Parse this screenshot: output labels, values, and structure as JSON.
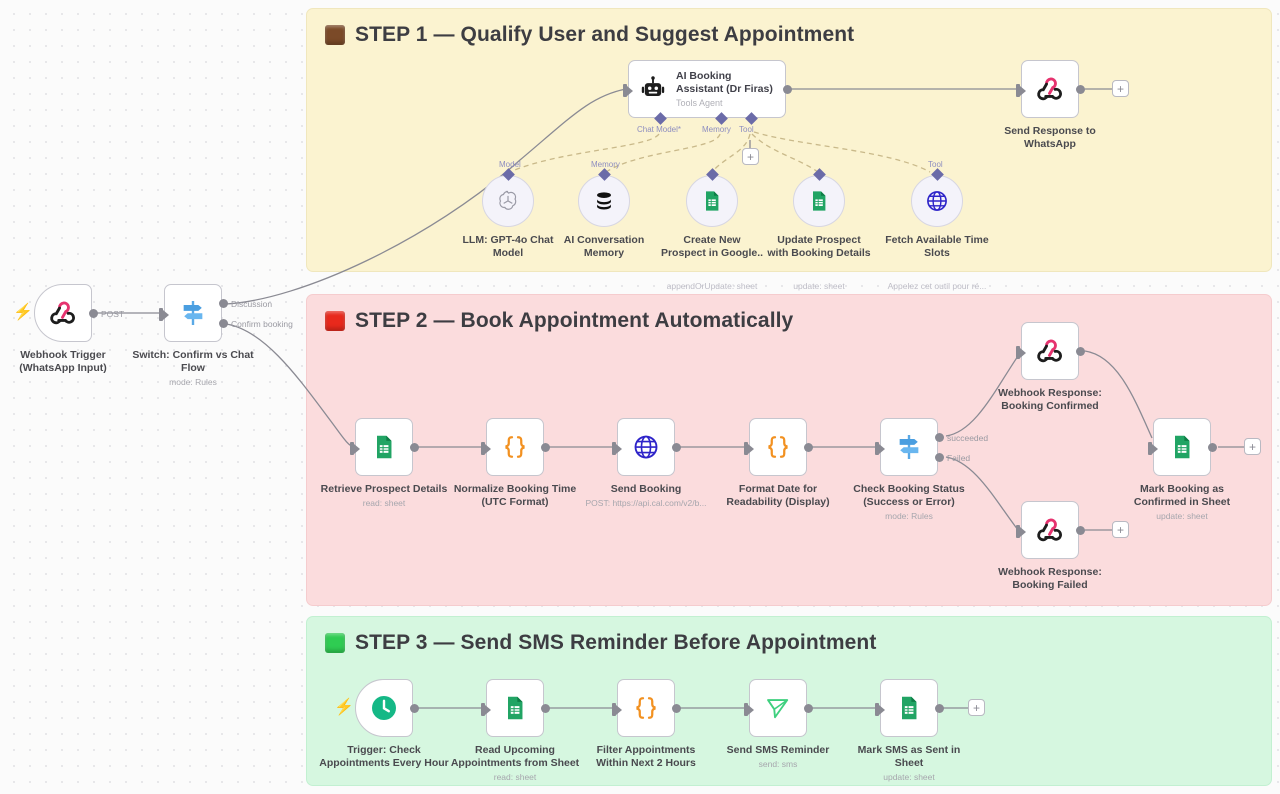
{
  "canvas": {
    "background": "#fbfbfb",
    "grid_dot_color": "#e3e3e6"
  },
  "sticky_notes": [
    {
      "id": "step1",
      "title": "STEP 1 — Qualify User and Suggest Appointment",
      "swatch_icon": "brown-square-icon",
      "swatch_color": "#7b4a28",
      "background": "#fbf3d0",
      "border": "#f0e7bd"
    },
    {
      "id": "step2",
      "title": "STEP 2 — Book Appointment Automatically",
      "swatch_icon": "red-square-icon",
      "swatch_color": "#e8291c",
      "background": "#fbdcdd",
      "border": "#f5ccce"
    },
    {
      "id": "step3",
      "title": "STEP 3 — Send SMS Reminder Before Appointment",
      "swatch_icon": "green-square-icon",
      "swatch_color": "#2fcc52",
      "background": "#d6f7e0",
      "border": "#c2f0d1"
    }
  ],
  "nodes": {
    "webhook_trigger": {
      "label": "Webhook Trigger\n(WhatsApp Input)",
      "icon": "webhook-icon",
      "output_port_label": "POST",
      "trigger_icon": "lightning-bolt-icon"
    },
    "switch_confirm": {
      "label": "Switch: Confirm vs Chat\nFlow",
      "sublabel": "mode: Rules",
      "icon": "switch-signpost-icon",
      "outputs": [
        "Discussion",
        "Confirm booking"
      ]
    },
    "ai_agent": {
      "title": "AI Booking\nAssistant (Dr Firas)",
      "subtitle": "Tools Agent",
      "icon": "robot-icon",
      "sub_ports": [
        "Chat Model*",
        "Memory",
        "Tool"
      ]
    },
    "send_response_whatsapp": {
      "label": "Send Response to\nWhatsApp",
      "icon": "webhook-icon"
    },
    "llm_gpt4o": {
      "label": "LLM: GPT-4o Chat\nModel",
      "icon": "openai-icon",
      "port_label": "Model"
    },
    "ai_memory": {
      "label": "AI Conversation\nMemory",
      "icon": "database-memory-icon",
      "port_label": "Memory"
    },
    "create_prospect": {
      "label": "Create New\nProspect in Google..",
      "sublabel": "appendOrUpdate: sheet",
      "icon": "google-sheets-icon"
    },
    "update_prospect": {
      "label": "Update Prospect\nwith Booking Details",
      "sublabel": "update: sheet",
      "icon": "google-sheets-icon"
    },
    "fetch_slots": {
      "label": "Fetch Available Time\nSlots",
      "sublabel": "Appelez cet outil pour ré...",
      "icon": "globe-http-icon",
      "port_label": "Tool"
    },
    "retrieve_prospect": {
      "label": "Retrieve Prospect Details",
      "sublabel": "read: sheet",
      "icon": "google-sheets-icon"
    },
    "normalize_time": {
      "label": "Normalize Booking Time\n(UTC Format)",
      "icon": "code-braces-icon"
    },
    "send_booking": {
      "label": "Send Booking",
      "sublabel": "POST: https://api.cal.com/v2/b...",
      "icon": "globe-http-icon"
    },
    "format_date": {
      "label": "Format Date for\nReadability (Display)",
      "icon": "code-braces-icon"
    },
    "check_status": {
      "label": "Check Booking Status\n(Success or Error)",
      "sublabel": "mode: Rules",
      "icon": "switch-signpost-icon",
      "outputs": [
        "succeeded",
        "Failed"
      ]
    },
    "webhook_confirmed": {
      "label": "Webhook Response:\nBooking Confirmed",
      "icon": "webhook-icon"
    },
    "webhook_failed": {
      "label": "Webhook Response:\nBooking Failed",
      "icon": "webhook-icon"
    },
    "mark_confirmed": {
      "label": "Mark Booking as\nConfirmed in Sheet",
      "sublabel": "update: sheet",
      "icon": "google-sheets-icon"
    },
    "trigger_hourly": {
      "label": "Trigger: Check\nAppointments Every Hour",
      "icon": "clock-icon",
      "trigger_icon": "lightning-bolt-icon"
    },
    "read_upcoming": {
      "label": "Read Upcoming\nAppointments from Sheet",
      "sublabel": "read: sheet",
      "icon": "google-sheets-icon"
    },
    "filter_appointments": {
      "label": "Filter Appointments\nWithin Next 2 Hours",
      "icon": "code-braces-icon"
    },
    "send_sms": {
      "label": "Send SMS Reminder",
      "sublabel": "send: sms",
      "icon": "paper-plane-sms-icon"
    },
    "mark_sms_sent": {
      "label": "Mark SMS as Sent in\nSheet",
      "sublabel": "update: sheet",
      "icon": "google-sheets-icon"
    }
  },
  "add_buttons": {
    "plus_label": "+"
  }
}
